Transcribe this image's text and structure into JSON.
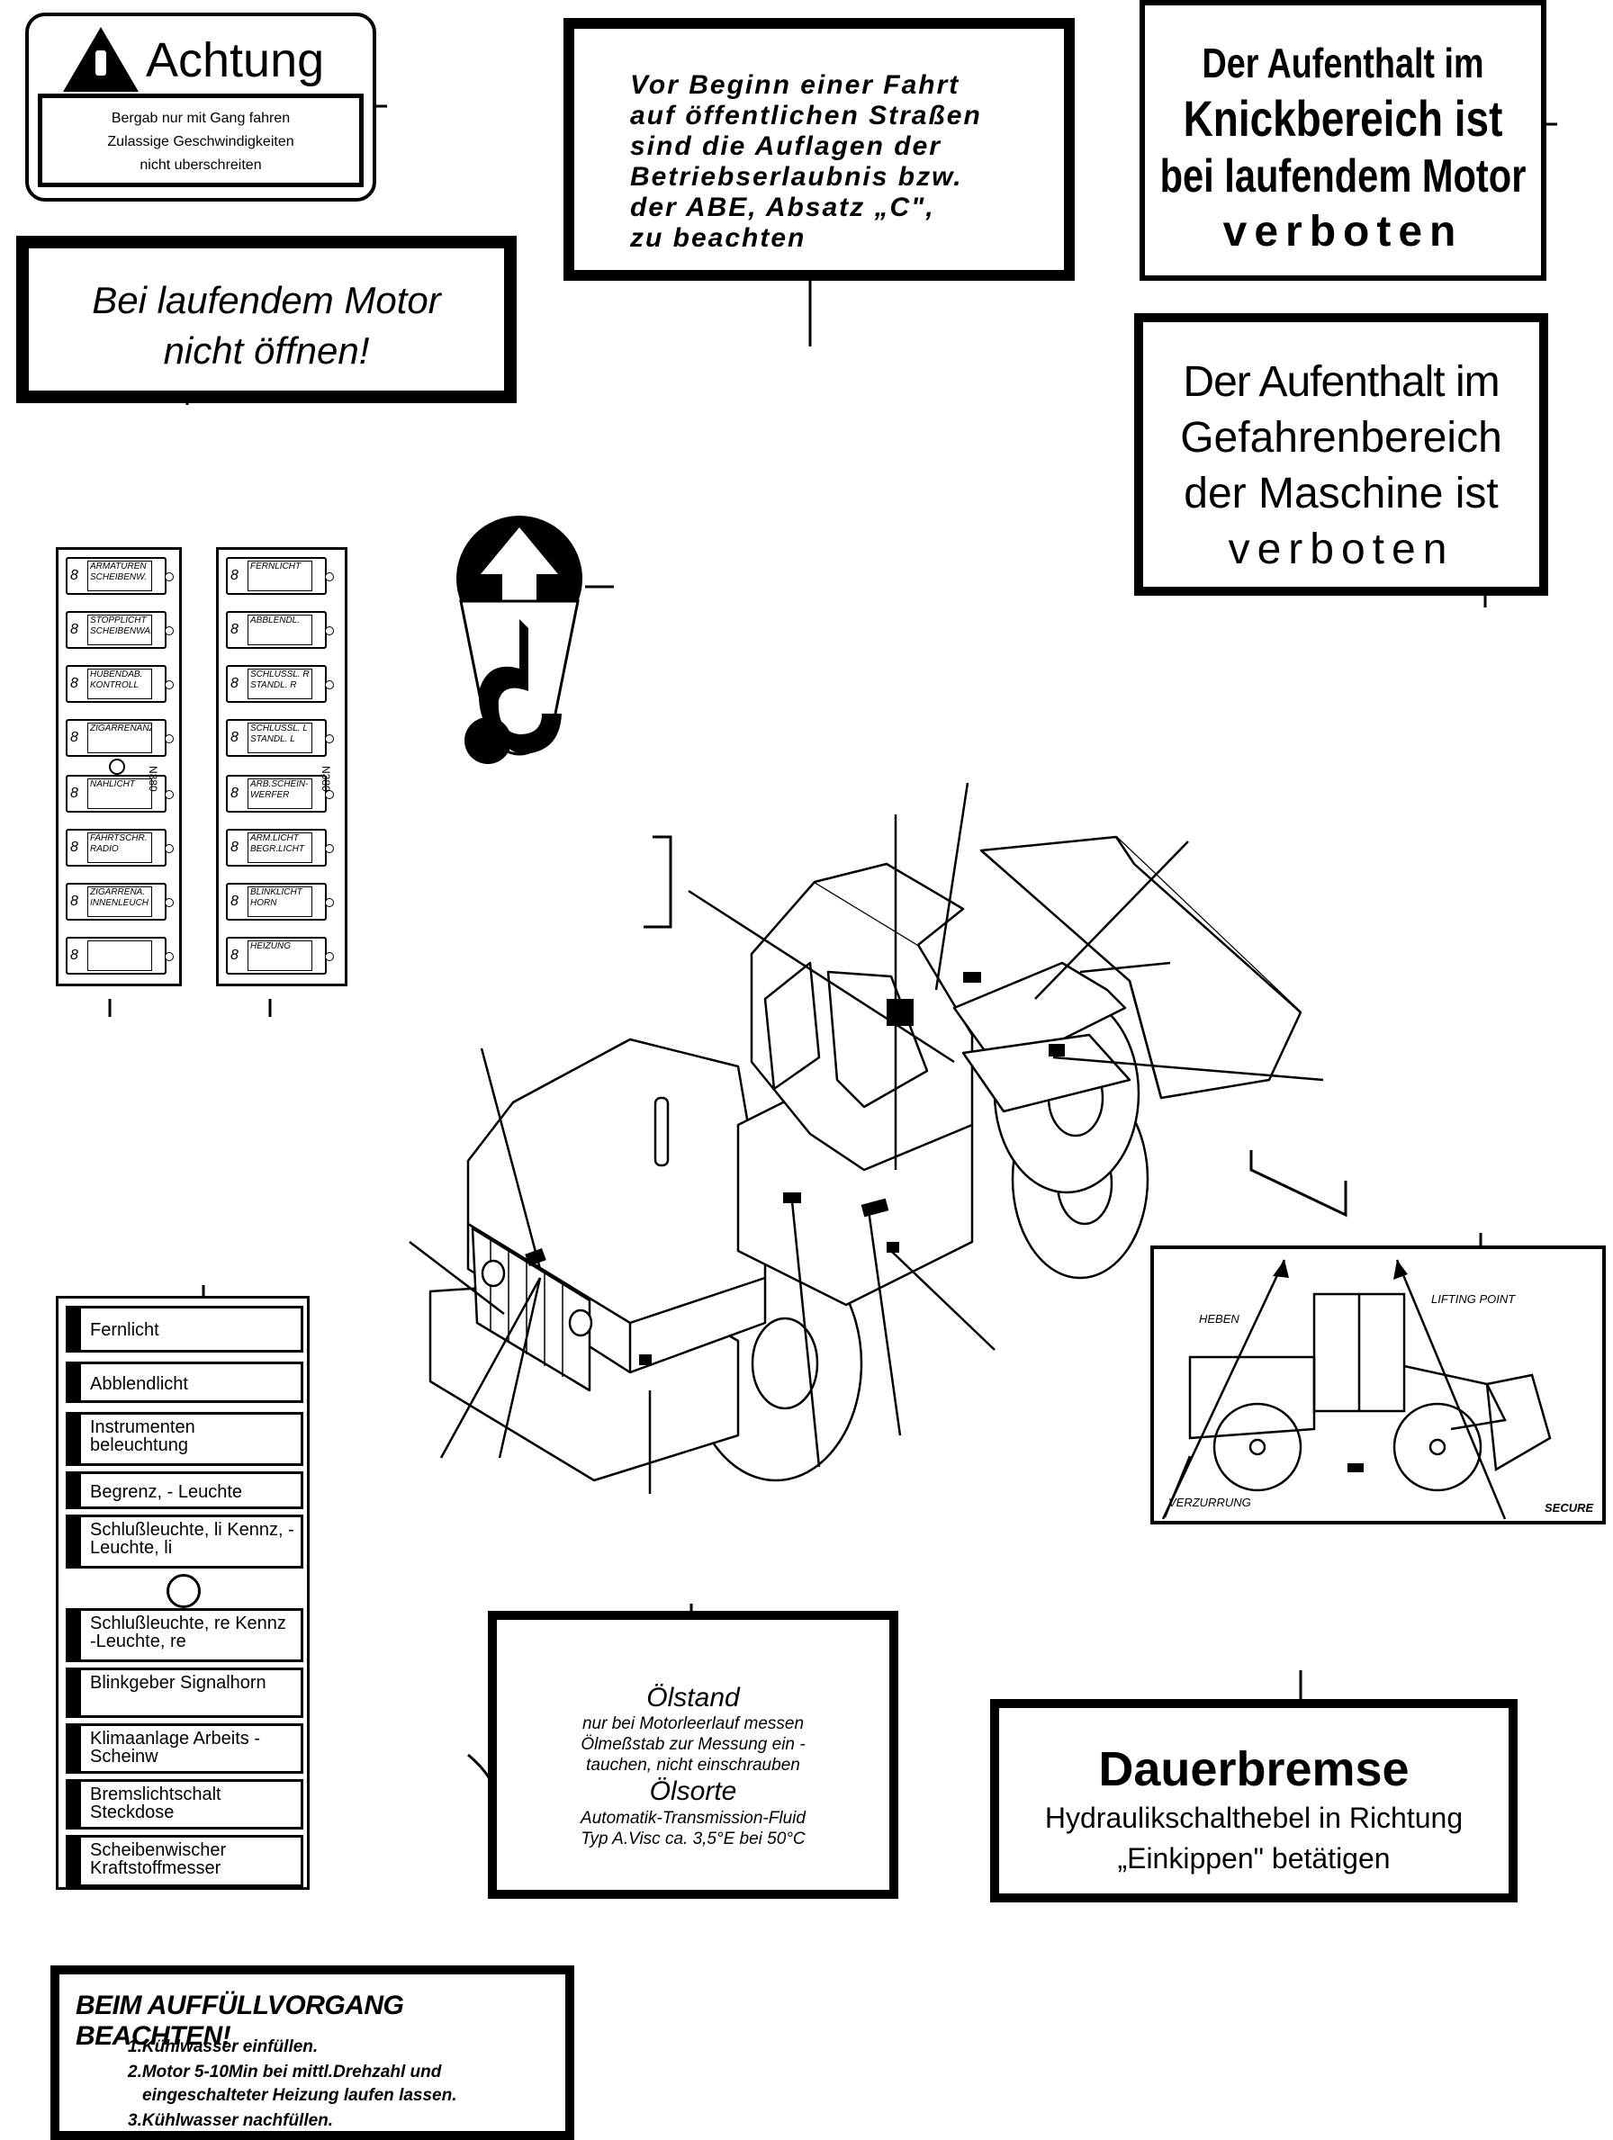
{
  "signs": {
    "achtung": {
      "title": "Achtung",
      "line1": "Bergab nur mit Gang fahren",
      "line2": "Zulassige Geschwindigkeiten",
      "line3": "nicht uberschreiten"
    },
    "motor_open": {
      "line1": "Bei laufendem Motor",
      "line2": "nicht öffnen!"
    },
    "fahrt": {
      "line1": "Vor Beginn einer Fahrt",
      "line2": "auf öffentlichen Straßen",
      "line3": "sind die Auflagen der",
      "line4": "Betriebserlaubnis bzw.",
      "line5": "der ABE, Absatz „C\",",
      "line6": "zu beachten"
    },
    "knick": {
      "line1": "Der Aufenthalt im",
      "line2": "Knickbereich ist",
      "line3": "bei laufendem Motor",
      "line4": "verboten"
    },
    "gefahr": {
      "line1": "Der Aufenthalt im",
      "line2": "Gefahrenbereich",
      "line3": "der Maschine ist",
      "line4": "verboten"
    },
    "oel": {
      "title1": "Ölstand",
      "line1": "nur bei Motorleerlauf messen",
      "line2": "Ölmeßstab zur Messung ein -",
      "line3": "tauchen, nicht einschrauben",
      "title2": "Ölsorte",
      "line4": "Automatik-Transmission-Fluid",
      "line5": "Typ A.Visc ca. 3,5°E bei 50°C"
    },
    "bremse": {
      "title": "Dauerbremse",
      "line1": "Hydraulikschalthebel in Richtung",
      "line2": "„Einkippen\" betätigen"
    },
    "auffuell": {
      "title": "BEIM AUFFÜLLVORGANG BEACHTEN!",
      "step1": "1.Kühlwasser einfüllen.",
      "step2": "2.Motor 5-10Min bei mittl.Drehzahl und",
      "step2b": "eingeschalteter Heizung laufen lassen.",
      "step3": "3.Kühlwasser nachfüllen."
    },
    "lifting": {
      "heben": "HEBEN",
      "lifting_point": "LIFTING POINT",
      "verzurrung": "VERZURRUNG",
      "secure": "SECURE"
    }
  },
  "fuse_left": {
    "code": "N380",
    "labels": [
      "ARMATUREN SCHEIBENW.",
      "STOPPLICHT SCHEIBENWA.",
      "HUBENDAB. KONTROLL",
      "ZIGARRENANZ.",
      "NAHLICHT",
      "FAHRTSCHR. RADIO",
      "ZIGARRENA. INNENLEUCH",
      ""
    ],
    "amp": "8"
  },
  "fuse_right": {
    "code": "N380",
    "labels": [
      "FERNLICHT",
      "ABBLENDL.",
      "SCHLUSSL. R STANDL. R",
      "SCHLUSSL. L STANDL. L",
      "ARB.SCHEIN-WERFER",
      "ARM.LICHT BEGR.LICHT",
      "BLINKLICHT HORN",
      "HEIZUNG"
    ],
    "amp": "8"
  },
  "switch_labels": [
    "Fernlicht",
    "Abblendlicht",
    "Instrumenten beleuchtung",
    "Begrenz, - Leuchte",
    "Schlußleuchte, li Kennz, - Leuchte, li",
    "Schlußleuchte, re Kennz -Leuchte, re",
    "Blinkgeber Signalhorn",
    "Klimaanlage Arbeits - Scheinw",
    "Bremslichtschalt Steckdose",
    "Scheibenwischer Kraftstoffmesser"
  ]
}
